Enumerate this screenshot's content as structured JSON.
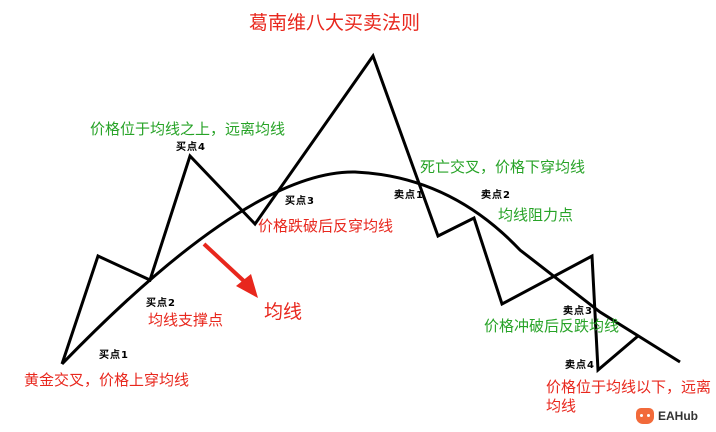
{
  "title": "葛南维八大买卖法则",
  "labels": {
    "buy1_desc": "黄金交叉，价格上穿均线",
    "buy2_desc": "均线支撑点",
    "buy3_desc": "价格跌破后反穿均线",
    "buy4_desc": "价格位于均线之上，远离均线",
    "sell1_desc": "死亡交叉，价格下穿均线",
    "sell2_desc": "均线阻力点",
    "sell3_desc": "价格冲破后反跌均线",
    "sell4_desc": "价格位于均线以下，远离均线",
    "ma_label": "均线"
  },
  "points": {
    "buy1": "买点1",
    "buy2": "买点2",
    "buy3": "买点3",
    "buy4": "买点4",
    "sell1": "卖点1",
    "sell2": "卖点2",
    "sell3": "卖点3",
    "sell4": "卖点4"
  },
  "watermark": "EAHub",
  "colors": {
    "red": "#e8271d",
    "green": "#27a327",
    "line": "#000000"
  }
}
